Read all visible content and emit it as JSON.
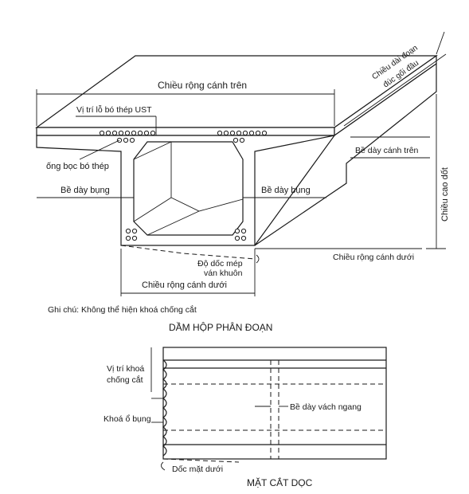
{
  "box_girder": {
    "title": "DẦM HỘP PHÂN ĐOẠN",
    "labels": {
      "top_flange_width": "Chiều rộng cánh trên",
      "segment_length_line1": "Chiều dài đoạn",
      "segment_length_line2": "đúc gối đầu",
      "ust_duct_position": "Vị trí lỗ bó thép UST",
      "top_flange_thickness": "Bề dày cánh trên",
      "tendon_sheath": "ống bọc bó thép",
      "web_thickness_left": "Bề dày bụng",
      "web_thickness_right": "Bề dày bụng",
      "section_height": "Chiều cao dốt",
      "bottom_flange_width_right": "Chiều rộng cánh dưới",
      "formwork_slope_line1": "Độ dốc mép",
      "formwork_slope_line2": "ván khuôn",
      "bottom_flange_width_bottom": "Chiều rộng cánh dưới"
    },
    "note": "Ghi chú: Không thể hiện khoá chống cắt"
  },
  "longitudinal_section": {
    "title": "MẶT CẮT DỌC",
    "labels": {
      "shear_key_position_line1": "Vị trí khoá",
      "shear_key_position_line2": "chống cắt",
      "web_shear_key": "Khoá ổ bụng",
      "diaphragm_thickness": "Bề dày vách ngang",
      "bottom_slope": "Dốc mặt dưới"
    }
  },
  "colors": {
    "ink": "#1a1a1a",
    "paper": "#ffffff"
  }
}
